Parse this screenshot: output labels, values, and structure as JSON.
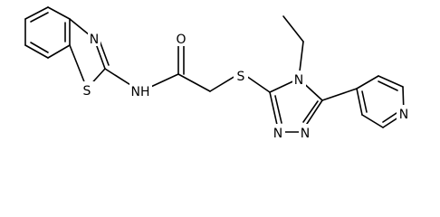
{
  "molecule": {
    "atoms": {
      "benzothiazole_n": "N",
      "benzothiazole_s": "S",
      "amide_nh": "NH",
      "carbonyl_o": "O",
      "thioether_s": "S",
      "triazole_n4": "N",
      "triazole_n1": "N",
      "triazole_n2": "N",
      "pyridine_n": "N"
    }
  }
}
